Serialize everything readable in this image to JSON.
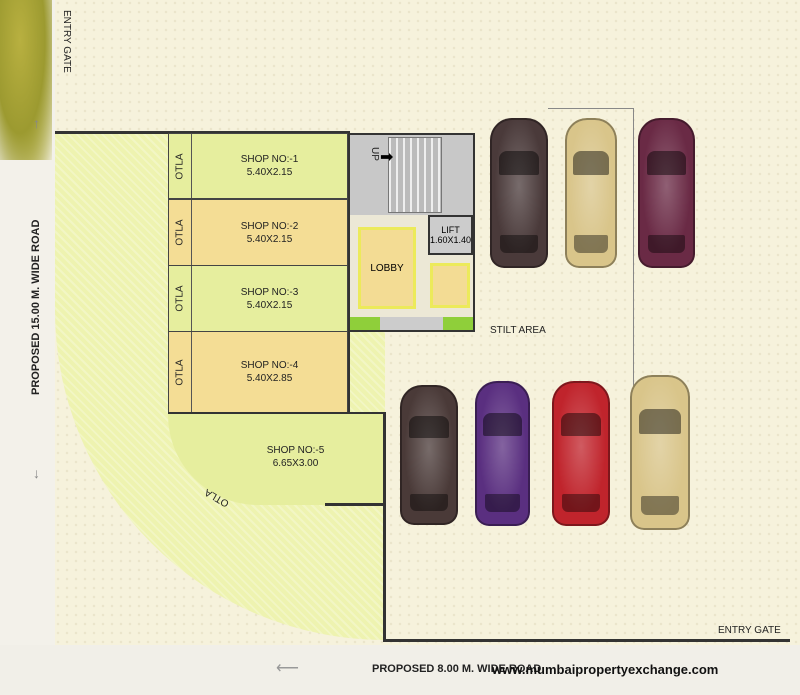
{
  "roads": {
    "left": "PROPOSED 15.00 M. WIDE ROAD",
    "bottom": "PROPOSED 8.00 M. WIDE ROAD"
  },
  "gates": {
    "top": "ENTRY GATE",
    "bottom": "ENTRY GATE"
  },
  "shops": [
    {
      "otla": "OTLA",
      "name": "SHOP NO:-1",
      "size": "5.40X2.15",
      "color": "#e6ee9e"
    },
    {
      "otla": "OTLA",
      "name": "SHOP NO:-2",
      "size": "5.40X2.15",
      "color": "#f4dd95"
    },
    {
      "otla": "OTLA",
      "name": "SHOP NO:-3",
      "size": "5.40X2.15",
      "color": "#e6ee9e"
    },
    {
      "otla": "OTLA",
      "name": "SHOP NO:-4",
      "size": "5.40X2.85",
      "color": "#f4dd95"
    },
    {
      "otla": "OTLA",
      "name": "SHOP NO:-5",
      "size": "6.65X3.00",
      "color": "#e6ee9e"
    }
  ],
  "core": {
    "stairs": "UP",
    "lobby": "LOBBY",
    "lift": "LIFT",
    "lift_size": "1.60X1.40"
  },
  "stilt": "STILT AREA",
  "cars": {
    "top": [
      "#4a3a3a",
      "#d9c58a",
      "#6a2a45"
    ],
    "bottom": [
      "#4a3a38",
      "#5a2f80",
      "#c0242c",
      "#d9c58a"
    ]
  },
  "watermark": "www.mumbaipropertyexchange.com"
}
